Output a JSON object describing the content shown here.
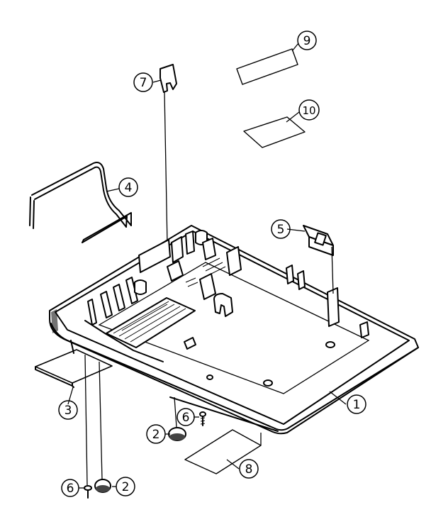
{
  "diagram": {
    "callouts": [
      {
        "id": "c1",
        "label": "1"
      },
      {
        "id": "c2a",
        "label": "2"
      },
      {
        "id": "c2b",
        "label": "2"
      },
      {
        "id": "c3",
        "label": "3"
      },
      {
        "id": "c4",
        "label": "4"
      },
      {
        "id": "c5",
        "label": "5"
      },
      {
        "id": "c6a",
        "label": "6"
      },
      {
        "id": "c6b",
        "label": "6"
      },
      {
        "id": "c7",
        "label": "7"
      },
      {
        "id": "c8",
        "label": "8"
      },
      {
        "id": "c9",
        "label": "9"
      },
      {
        "id": "c10",
        "label": "10"
      }
    ]
  }
}
